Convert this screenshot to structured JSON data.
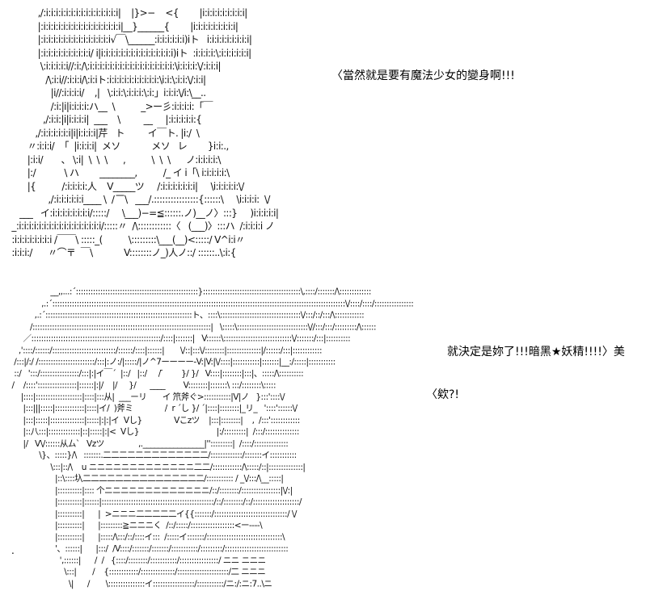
{
  "captions": {
    "line1": "〈當然就是要有魔法少女的變身啊!!!",
    "line2": "就決定是妳了!!!暗黑★妖精!!!!〉美",
    "line3": "〈欸?!"
  },
  "stray_mark": ".",
  "art_top": "            ,/:i:i:i:i:i:i:i:i:i:i:i:i:i:i:i|    |}>−    <{        |i:i:i:i:i:i:i:i:i|\n            |:i:i:i:i:i:i:i:i:i:i:i:i:i:i:i:i|__}______{        |i:i:i:i:i:i:i:i:i|\n            |:i:i:i:i:i:i:i:i:i:i:i:i:i:i√￣\\______:i:i:i:i:i:i)iト   i:i:i:i:i:i:i:i:i|\n            |:i:i:i:i:i:i:i:i:i:i/ i|i:i:i:i:i:i:i:i:i:i:i:i:i:i:i)iト  :i:i:i:i:\\:i:i:i:i:i:i|\n             \\:i:i:i:i:i//:i:/\\:i:i:i:i:i:i:i:i:i:i:i:i:i:i:i:i:i:\\i:i:i:i:\\/:i:i:i|\n               /\\:i:i//:i:i:i/\\:i:iト:i:i:i:i:i:i:i:i:i:i:\\i:i:\\:i:i:\\/:i:i|\n                 |i//:i:i:i:i/    ,|   \\:i:i:\\:i:i:i:\\:i:」i:i:i:\\/i:\\__..\n                 /:i:|i|i:i:i:i:ハ__  \\          _>ー彡:i:i:i:i:「￣\n              ,/:i:i:|i|i:i:i:i|  ___    \\         __     |:i:i:i:i:i:{\n           ,/:i:i:i:i:i:i|i|i:i:i:i|芹   ト         イ￣ト. |i:/  \\\n        〃:i:i:i/  「  |i:i:i:i|  メソ            メソ   レ        }i:i:.,\n        |:i:i/       、 \\:i|  \\  \\  \\      ,          \\  \\  \\      ノ:i:i:i:i:\\\n        |:/           \\ ハ        ________,          /_ イ i「\\ i:i:i:i:i:\\\n        |{          /:i:i:i:i:人    V_____ツ     /:i:i:i:i:i:i:i|     \\i:i:i:i:i:\\/\n                ,/:i:i:i:i:i:i____ \\  /  ̄ ̄ ̄\\   ___/.::::::::::::::::{::::::\\     \\i:i:i:i:  \\/\n     ___   イ:i:i:i:i:i:i:i:i/:::::/     \\___)−=≦::::::.ノ)__ノ〉:::}     )i:i:i:i:i|\n  _:i:i:i:i:i:i:i:i:i:i:i:i:i:i:i:i:i/:::::〃  /\\::::::::::::〈   (___)〉:::ハ  /:i:i:i:i ノ\n  :i:i:i:i:i:i:i:i /￣￣\\ :::::_(          \\:::::::::\\___(__)<:::::/ V^i:i〃\n  :i:i:i:/      〃⌒〒  ￣\\            V::::::::ノ_)人ノ::/ ::::::..\\:i:{",
  "art_bottom": "                    __,,...:´::::::::::::::::::::::::::::::::::::::::::::::::::}::::::::::::::::::::::::::::::::::::::::\\,::::/:::::::/\\:::::::::::::\n                ,.:´::::::::::::::::::::::::::::::::::::::::::::::::::::::::::::::::::::::::::::::::::::::::::::::::::::::::::::::::::::::::\\/::::/::::/::::::::::::::::\n             ,.:´::::::::::::::::::::::::::::::::::::::::::::::::::::::::::::ト、::::\\:::::::::::::::::::::::::::::::::\\/:::/::/:::/\\::::::::::::\n           /:::::::::::::::::::::::::::::::::::::::::::::::::::::::::::::::::::::::::|   \\:::::\\:::::::::::::::::::::::::::::\\//:::/:::/:::::::::/\\::::::\n        ／:::::::::::::::::::::::::::::::::::::::::::::::::::::/::::|:::::::|   V::::::\\::::::::::::::::::::::::::::\\/:::::::/:::|::::::::::\n      ,'::::/::::::/::::::::::::::::::::::::::/::::::/::::|::::::|       \\/::|:::\\/::::::::|::::::::::::::|/::::::/:::|::::::::::::\n    /:::|/:/ /:::::::::::::::::::::::/:::|:ノ:/|:::::/|ノ^7ーーーー-V:|V:|\\/::::|:::::::::::|:::::::|__:/:::::|:::::::::::\n    ::/   ':::/::::::::::::::::/:::|:|イ￣´  |::/   |::/     / ̄        }/ }/   V::::|::::::::|:::|、:::::/\\::::::::::\n   /    /::::'::::::::::::::::|::::::|:|/    |/     }/      ____        V::::::::|:::::::\\ :::/::::::::\\:::::\n       |::::|:::::::::::::::::::|::::|:::从|  ___ーリ       イ 笊斧ぐ>:::::::::::|V|ノ   }:::'::::\\/\n        |:::|||:::::|::::::::::::|::::|イ/  )斧ミ              /  r ´し }/ ´|::::|::::::::|_リ_   '::::'::::::\\/\n        |:::|:::::|::::::::::::::|:::::|:|:|イ  Vし}              Vこzツ    |:::|::::::::|    ,  /:::'::::::::::::\n        |::八:::|:::::::::::::|::|:::::|:|<  Vし}                                  |:/:::::::::|  /:::/::::::::::::::\n        |/   V\\/::::::从ム`   Vzツ               ,.________________|'':::::::::|  /::::/::::::::::::::\n               \\}、:::::}/\\   :::::::.二二二二二二二二二二二二二/:::::::::::::/:::::::イ:::::::::::\n                    \\:::|::/\\    u ニニニニニニニニニニニニニ二二/::::::::::::/\\:::::/::|::::::::::::::|\n                      |::\\::::圦二二二二二二二二二二二二二二二/::::::::::: / _\\/:::/\\__:::::|\n                      |::::::::::|:::: 个ニニニニニニニニニニニニニ/::/::::::::/::::::::::::::::|\\/:|\n                      |::::::::::|::::::|::::::::::::::::::::::::::::::::::::::::::::::/::/::::::::/::/:::::::::::::::::::/\n                      |::::::::::|      |  >ニニニ二二二二二イ{{:::::::/::::::::::::::::::::::::::::::/ \\/\n                      |::::::::::|      |:::::::::≧ニニニく  /::/:::::/::::::::::::::::::<ー‐‐‐‐\\\n                      |::::::::::|      |:::::/\\:::/::/::::イ:::  /:::::イ:::::::/:::::::::::::::::::::::::::::::\\\n                      '、::::::|      |:::/  /V::::/:::::::/:::::::/:::::::::::/:::::::::/::::::::::::::::::::::::::\n                        ',::::::|      /  /   {::::/::::::::/:::::::::::/::::::::::::::::/ ニニ ニニニ\n                          \\:::|       /    {::::::::::::/::::::::::::::/:::::::::::::::::::::/二 ニニニ\n                            \\|      /       \\:::::::::::::::イ:::::::::::::::::/:::::::::::/ニ:/:ニ:7..\\ニ"
}
